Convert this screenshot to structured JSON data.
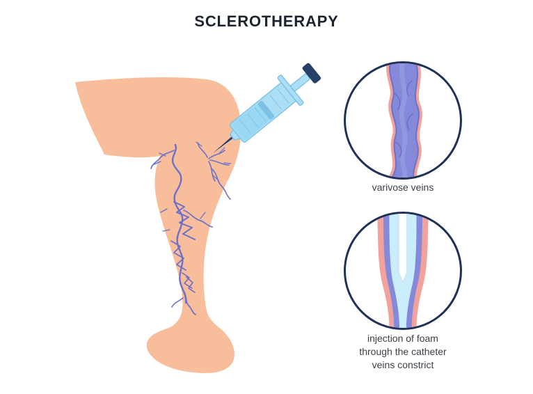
{
  "title": "SCLEROTHERAPY",
  "insets": {
    "varicose": {
      "label": "varivose veins"
    },
    "injection": {
      "label_lines": [
        "injection of foam",
        "through the catheter",
        "veins constrict"
      ]
    }
  },
  "colors": {
    "background": "#ffffff",
    "title_text": "#1c2330",
    "label_text": "#3a3f47",
    "skin": "#f8bd9b",
    "vein": "#6b70c9",
    "vein_fill": "#8489da",
    "vein_wall_pink": "#f2a29c",
    "foam_blue": "#c9edfb",
    "syringe_blue": "#abdff6",
    "syringe_blue_dark": "#7cc0e4",
    "syringe_liquid": "#98d8f3",
    "syringe_navy": "#27406a",
    "circle_outline": "#203158",
    "catheter_white": "#ffffff"
  }
}
